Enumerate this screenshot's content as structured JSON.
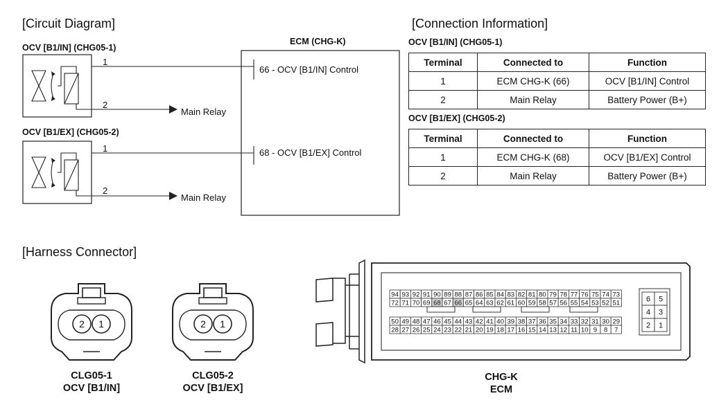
{
  "circuit": {
    "title": "[Circuit Diagram]",
    "ecm_title": "ECM (CHG-K)",
    "ocv1": {
      "title": "OCV [B1/IN] (CHG05-1)",
      "pin1": "1",
      "pin2": "2",
      "ecm_pin_label": "66 - OCV [B1/IN] Control",
      "relay_label": "Main Relay"
    },
    "ocv2": {
      "title": "OCV [B1/EX] (CHG05-2)",
      "pin1": "1",
      "pin2": "2",
      "ecm_pin_label": "68 - OCV [B1/EX] Control",
      "relay_label": "Main Relay"
    }
  },
  "connection": {
    "title": "[Connection Information]",
    "headers": [
      "Terminal",
      "Connected to",
      "Function"
    ],
    "tables": [
      {
        "title": "OCV [B1/IN] (CHG05-1)",
        "rows": [
          [
            "1",
            "ECM CHG-K (66)",
            "OCV [B1/IN] Control"
          ],
          [
            "2",
            "Main Relay",
            "Battery Power (B+)"
          ]
        ]
      },
      {
        "title": "OCV [B1/EX] (CHG05-2)",
        "rows": [
          [
            "1",
            "ECM CHG-K (68)",
            "OCV [B1/EX] Control"
          ],
          [
            "2",
            "Main Relay",
            "Battery Power (B+)"
          ]
        ]
      }
    ]
  },
  "harness": {
    "title": "[Harness Connector]",
    "connectors": [
      {
        "pins": [
          "2",
          "1"
        ],
        "caption_line1": "CLG05-1",
        "caption_line2": "OCV [B1/IN]"
      },
      {
        "pins": [
          "2",
          "1"
        ],
        "caption_line1": "CLG05-2",
        "caption_line2": "OCV [B1/EX]"
      }
    ],
    "ecm": {
      "caption_line1": "CHG-K",
      "caption_line2": "ECM",
      "main_rows": [
        [
          "94",
          "93",
          "92",
          "91",
          "90",
          "89",
          "88",
          "87",
          "86",
          "85",
          "84",
          "83",
          "82",
          "81",
          "80",
          "79",
          "78",
          "77",
          "76",
          "75",
          "74",
          "73"
        ],
        [
          "72",
          "71",
          "70",
          "69",
          "68",
          "67",
          "66",
          "65",
          "64",
          "63",
          "62",
          "61",
          "60",
          "59",
          "58",
          "57",
          "56",
          "55",
          "54",
          "53",
          "52",
          "51"
        ],
        [
          "50",
          "49",
          "48",
          "47",
          "46",
          "45",
          "44",
          "43",
          "42",
          "41",
          "40",
          "39",
          "38",
          "37",
          "36",
          "35",
          "34",
          "33",
          "32",
          "31",
          "30",
          "29"
        ],
        [
          "28",
          "27",
          "26",
          "25",
          "24",
          "23",
          "22",
          "21",
          "20",
          "19",
          "18",
          "17",
          "16",
          "15",
          "14",
          "13",
          "12",
          "11",
          "10",
          "9",
          "8",
          "7"
        ]
      ],
      "side_rows": [
        [
          "6",
          "5"
        ],
        [
          "4",
          "3"
        ],
        [
          "2",
          "1"
        ]
      ],
      "highlight_pins": [
        "66",
        "68"
      ]
    }
  }
}
